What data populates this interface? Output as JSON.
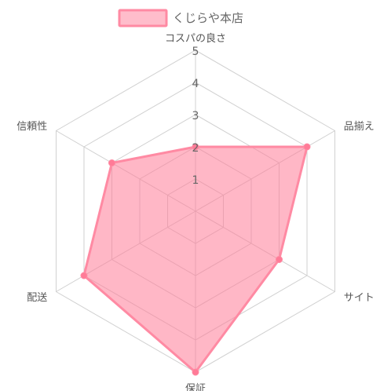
{
  "chart_data": {
    "type": "radar",
    "title": "",
    "axes": [
      "コスパの良さ",
      "品揃え",
      "サイト",
      "保証",
      "配送",
      "信頼性"
    ],
    "r_ticks": [
      "1",
      "2",
      "3",
      "4",
      "5"
    ],
    "r_range": [
      0,
      5
    ],
    "grid": true,
    "legend_position": "top",
    "series": [
      {
        "name": "くじらや本店",
        "values": [
          2,
          4,
          3,
          5,
          4,
          3
        ],
        "stroke_color": "#ff8aa3",
        "fill_color": "#ff7b97"
      }
    ]
  }
}
